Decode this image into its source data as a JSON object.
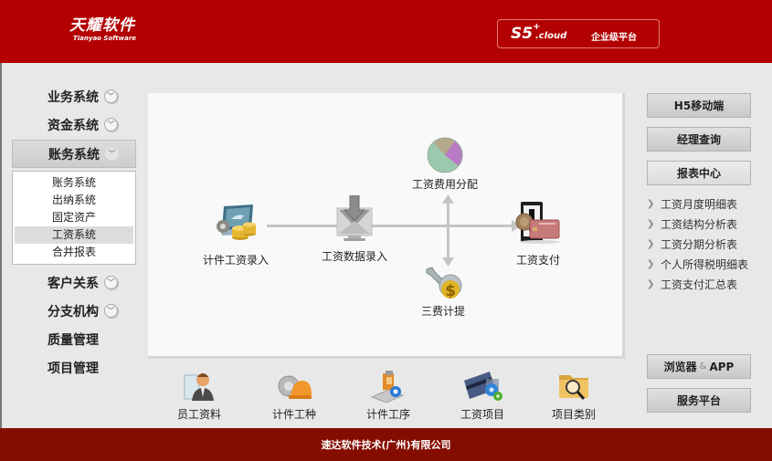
{
  "header": {
    "logo_cn": "天耀软件",
    "logo_en": "Tianyao Software",
    "platform": {
      "s5": "S5",
      "plus": "+",
      "cloud": ".cloud",
      "tier": "企业级平台"
    },
    "bg_color": "#b30000"
  },
  "sidebar": {
    "items": [
      {
        "label": "业务系统",
        "expandable": true
      },
      {
        "label": "资金系统",
        "expandable": true
      },
      {
        "label": "账务系统",
        "expandable": true,
        "active": true
      },
      {
        "label": "客户关系",
        "expandable": true
      },
      {
        "label": "分支机构",
        "expandable": true
      },
      {
        "label": "质量管理",
        "expandable": false
      },
      {
        "label": "项目管理",
        "expandable": false
      }
    ],
    "submenu": [
      {
        "label": "账务系统"
      },
      {
        "label": "出纳系统"
      },
      {
        "label": "固定资产"
      },
      {
        "label": "工资系统",
        "selected": true
      },
      {
        "label": "合并报表"
      }
    ],
    "chevron_icon": "double-chevron-down-icon"
  },
  "flow": {
    "nodes": [
      {
        "label": "计件工资录入",
        "icon": "laptop-coins-gear-icon"
      },
      {
        "label": "工资数据录入",
        "icon": "monitor-download-icon"
      },
      {
        "label": "工资费用分配",
        "icon": "pie-chart-icon"
      },
      {
        "label": "三费计提",
        "icon": "wrench-dollar-icon"
      },
      {
        "label": "工资支付",
        "icon": "phone-card-payment-icon"
      }
    ],
    "line_color": "#c4c4c4"
  },
  "shortcuts": [
    {
      "label": "员工资料",
      "icon": "employee-profile-icon"
    },
    {
      "label": "计件工种",
      "icon": "hardhat-gear-icon"
    },
    {
      "label": "计件工序",
      "icon": "process-tool-icon"
    },
    {
      "label": "工资项目",
      "icon": "card-gears-icon"
    },
    {
      "label": "项目类别",
      "icon": "folder-search-icon"
    }
  ],
  "right_panel": {
    "buttons_top": [
      {
        "label": "H5移动端"
      },
      {
        "label": "经理查询"
      },
      {
        "label": "报表中心"
      }
    ],
    "reports": [
      {
        "label": "工资月度明细表"
      },
      {
        "label": "工资结构分析表"
      },
      {
        "label": "工资分期分析表"
      },
      {
        "label": "个人所得税明细表"
      },
      {
        "label": "工资支付汇总表"
      }
    ],
    "buttons_bottom": [
      {
        "label_main": "浏览器",
        "label_amp": "&",
        "label_tail": "APP"
      },
      {
        "label": "服务平台"
      }
    ]
  },
  "footer": {
    "company": "速达软件技术(广州)有限公司",
    "bg_color": "#850d00"
  }
}
